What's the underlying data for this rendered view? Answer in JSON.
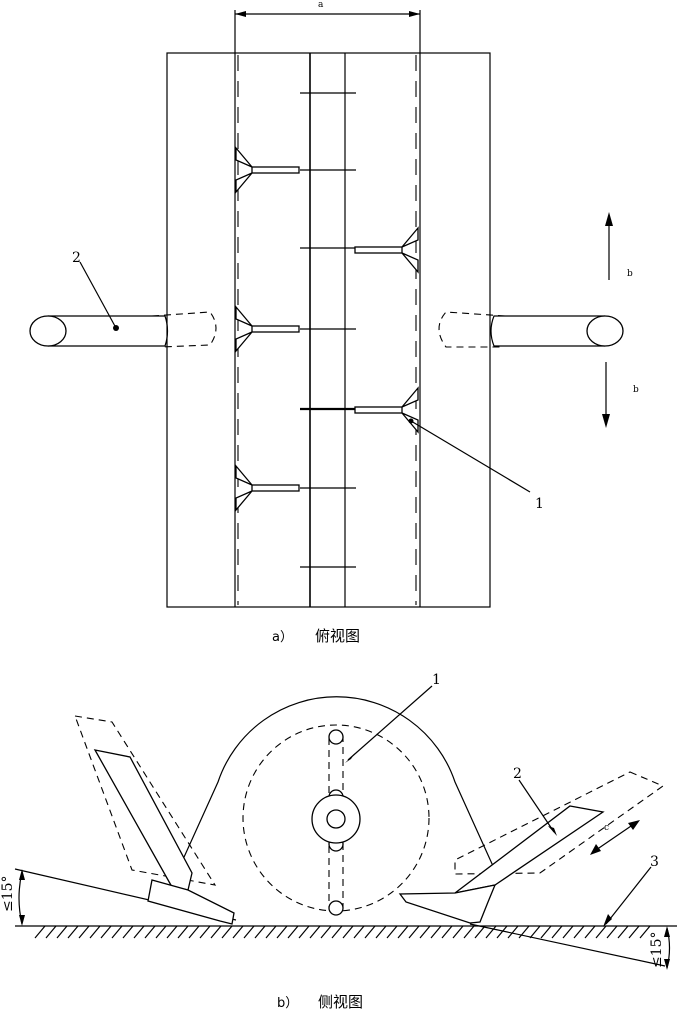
{
  "top_view": {
    "caption_prefix": "a）",
    "caption_text": "俯视图",
    "dimension_a": "a",
    "dimension_b_up": "b",
    "dimension_b_down": "b",
    "callout_1": "1",
    "callout_2": "2"
  },
  "side_view": {
    "caption_prefix": "b）",
    "caption_text": "侧视图",
    "callout_1": "1",
    "callout_2": "2",
    "callout_3": "3",
    "dimension_c": "c",
    "angle_left": "≤15°",
    "angle_right": "≤15°"
  }
}
